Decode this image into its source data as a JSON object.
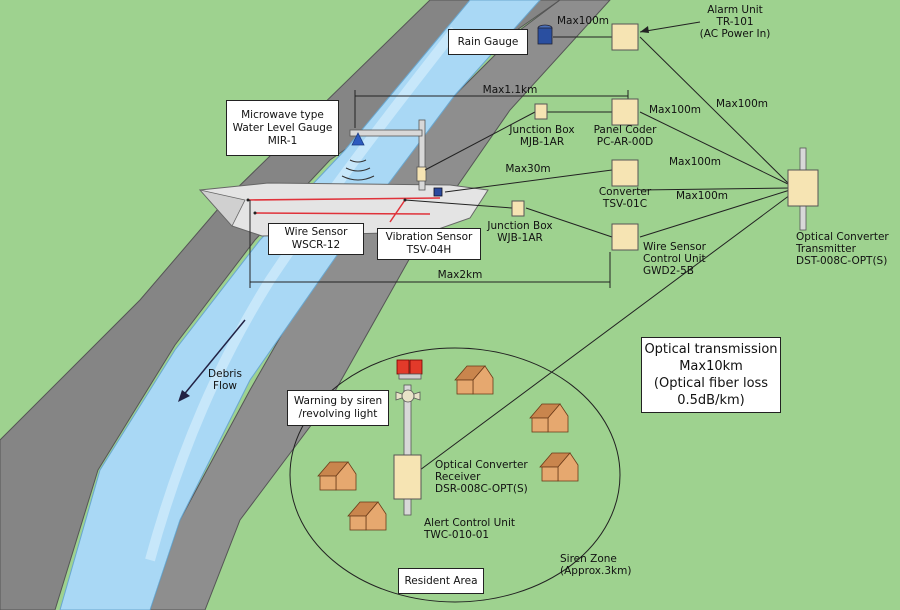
{
  "boxes": {
    "rain_gauge": "Rain Gauge",
    "microwave_gauge": [
      "Microwave type",
      "Water Level Gauge",
      "MIR-1"
    ],
    "wire_sensor": [
      "Wire Sensor",
      "WSCR-12"
    ],
    "vibration_sensor": [
      "Vibration Sensor",
      "TSV-04H"
    ],
    "warning": [
      "Warning by siren",
      "/revolving light"
    ],
    "resident_area": "Resident Area",
    "optical_transmission": [
      "Optical transmission",
      "Max10km",
      "(Optical fiber loss",
      "0.5dB/km)"
    ]
  },
  "devices": {
    "alarm_unit": [
      "Alarm Unit",
      "TR-101",
      "(AC Power In)"
    ],
    "junction_box_mjb": [
      "Junction Box",
      "MJB-1AR"
    ],
    "panel_coder": [
      "Panel Coder",
      "PC-AR-00D"
    ],
    "converter": [
      "Converter",
      "TSV-01C"
    ],
    "junction_box_wjb": [
      "Junction Box",
      "WJB-1AR"
    ],
    "wire_sensor_control": [
      "Wire Sensor",
      "Control Unit",
      "GWD2-5B"
    ],
    "optical_transmitter": [
      "Optical Converter",
      "Transmitter",
      "DST-008C-OPT(S)"
    ],
    "optical_receiver": [
      "Optical Converter",
      "Receiver",
      "DSR-008C-OPT(S)"
    ],
    "alert_control": [
      "Alert Control Unit",
      "TWC-010-01"
    ]
  },
  "distances": {
    "rain_to_alarm": "Max100m",
    "river_span": "Max1.1km",
    "coder_to_transmitter": "Max100m",
    "alarm_to_transmitter": "Max100m",
    "vibration_to_converter": "Max30m",
    "converter_upper": "Max100m",
    "converter_lower": "Max100m",
    "wire_span": "Max2km"
  },
  "flow": [
    "Debris",
    "Flow"
  ],
  "siren_zone": [
    "Siren Zone",
    "(Approx.3km)"
  ],
  "colors": {
    "grass": "#9ed28f",
    "river": "#a9d8f5",
    "bank": "#8c8c8c",
    "device": "#f6e4b3",
    "house": "#e6a86f",
    "siren": "#e23a2a",
    "wire": "#e0323a"
  }
}
